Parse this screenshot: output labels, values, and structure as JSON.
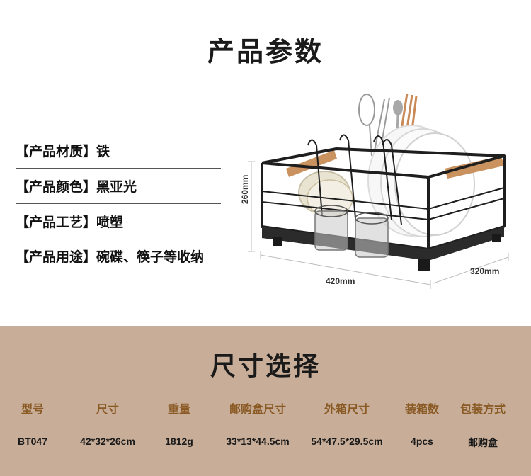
{
  "title": "产品参数",
  "specs": [
    {
      "key": "【产品材质】",
      "value": "铁"
    },
    {
      "key": "【产品颜色】",
      "value": "黑亚光"
    },
    {
      "key": "【产品工艺】",
      "value": "喷塑"
    },
    {
      "key": "【产品用途】",
      "value": "碗碟、筷子等收纳"
    }
  ],
  "dimensions": {
    "height": "260mm",
    "width": "420mm",
    "depth": "320mm"
  },
  "size_section": {
    "title": "尺寸选择",
    "headers": [
      "型号",
      "尺寸",
      "重量",
      "邮购盒尺寸",
      "外箱尺寸",
      "装箱数",
      "包装方式"
    ],
    "row": [
      "BT047",
      "42*32*26cm",
      "1812g",
      "33*13*44.5cm",
      "54*47.5*29.5cm",
      "4pcs",
      "邮购盒"
    ]
  }
}
